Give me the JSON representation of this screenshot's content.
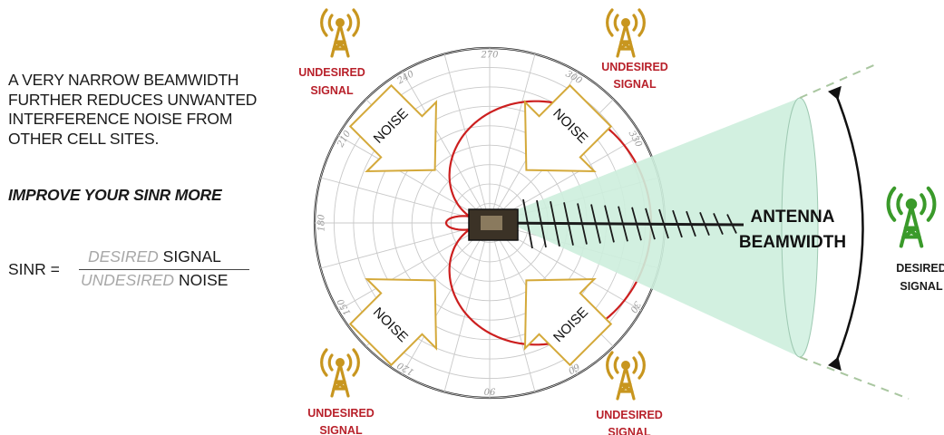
{
  "intro_lines": [
    "A VERY NARROW BEAMWIDTH",
    "FURTHER REDUCES UNWANTED",
    "INTERFERENCE NOISE FROM",
    "OTHER CELL SITES."
  ],
  "tagline": "IMPROVE YOUR SINR MORE",
  "formula": {
    "lhs": "SINR =",
    "numerator_gray": "DESIRED",
    "numerator_dark": "SIGNAL",
    "denominator_gray": "UNDESIRED",
    "denominator_dark": "NOISE"
  },
  "polar_angle_labels": [
    "240",
    "270",
    "300",
    "330",
    "210",
    "180",
    "150",
    "120",
    "90",
    "60",
    "30"
  ],
  "undesired_label": [
    "UNDESIRED",
    "SIGNAL"
  ],
  "desired_label": [
    "DESIRED",
    "SIGNAL"
  ],
  "noise_label": "NOISE",
  "beamwidth_label": [
    "ANTENNA",
    "BEAMWIDTH"
  ],
  "colors": {
    "undesired": "#c8961f",
    "undesired_text": "#b8202a",
    "desired": "#3a9a2a",
    "pattern": "#cc1f1f",
    "beam": "#cdeedd",
    "arrow_border": "#d4a93a"
  }
}
